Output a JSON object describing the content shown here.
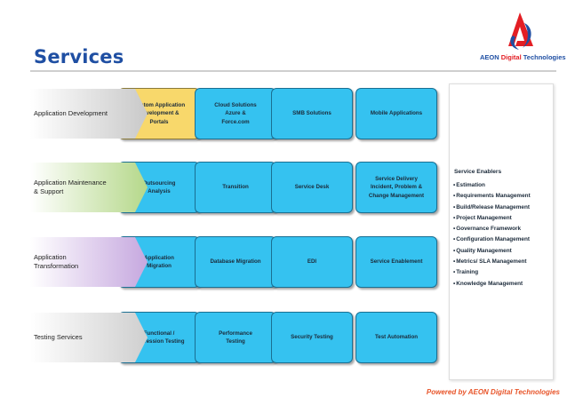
{
  "title": "Services",
  "logo": {
    "brand_1": "AEON",
    "brand_2": "Digital",
    "brand_3": "Technologies"
  },
  "rows": [
    {
      "label": "Application Development",
      "color": "#c9c9c9",
      "boxes": [
        "Custom Application\nDevelopment &\nPortals",
        "Cloud Solutions\nAzure &\nForce.com",
        "SMB Solutions",
        "Mobile Applications"
      ]
    },
    {
      "label": "Application Maintenance\n& Support",
      "color": "#b5d88a",
      "boxes": [
        "Outsourcing\nAnalysis",
        "Transition",
        "Service Desk",
        "Service Delivery\nIncident, Problem &\nChange Management"
      ]
    },
    {
      "label": "Application\nTransformation",
      "color": "#c6a8df",
      "boxes": [
        "Application\nMigration",
        "Database Migration",
        "EDI",
        "Service Enablement"
      ]
    },
    {
      "label": "Testing Services",
      "color": "#cfcfcf",
      "boxes": [
        "Functional /\nRegression Testing",
        "Performance\nTesting",
        "Security Testing",
        "Test Automation"
      ]
    }
  ],
  "enablers": {
    "title": "Service Enablers",
    "items": [
      "Estimation",
      "Requirements Management",
      "Build/Release Management",
      "Project Management",
      "Governance Framework",
      "Configuration Management",
      "Quality Management",
      "Metrics/ SLA Management",
      "Training",
      "Knowledge Management"
    ]
  },
  "footer": "Powered by AEON Digital Technologies",
  "colors": {
    "box": "#35c2f0",
    "highlight": "#f8d86b",
    "title": "#1f4fa3",
    "footer": "#e8552a"
  }
}
